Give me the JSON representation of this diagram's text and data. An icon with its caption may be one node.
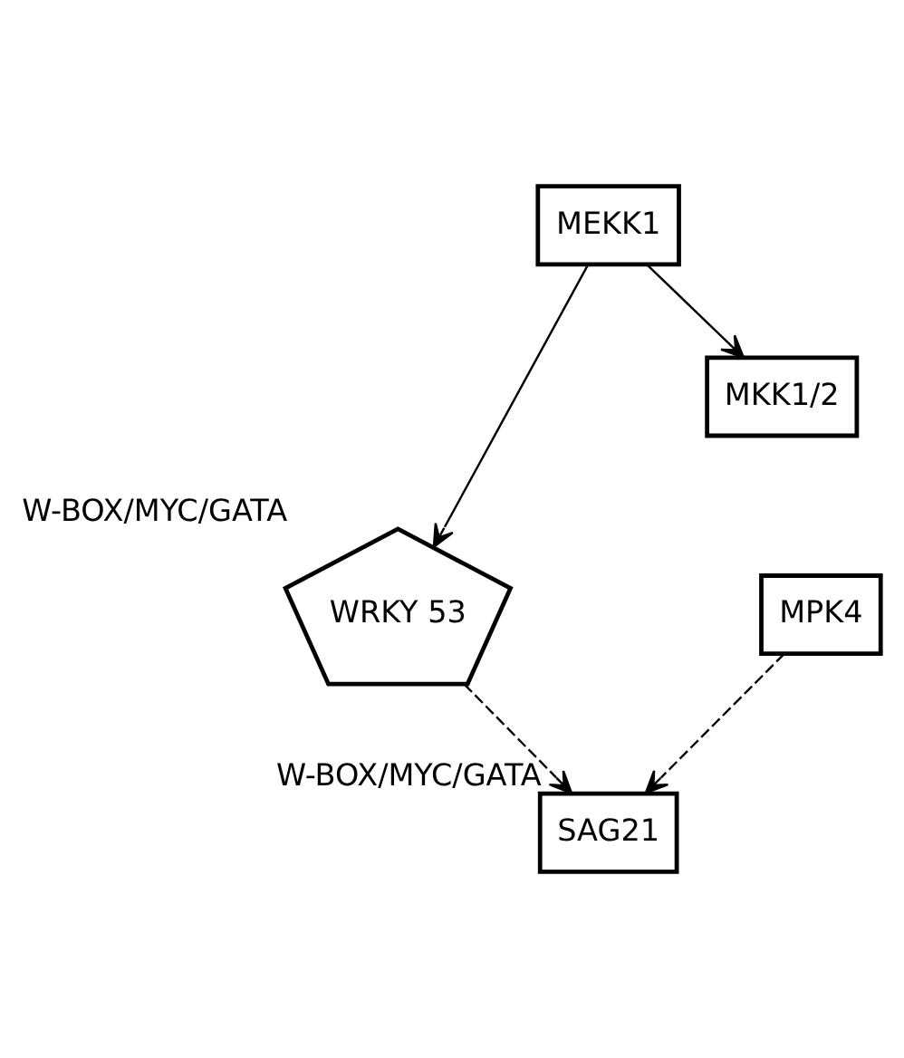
{
  "diagram": {
    "nodes": [
      {
        "text": [
          "MEKK1"
        ]
      },
      {
        "text": [
          "MKK1/2"
        ]
      },
      {
        "text": [
          "MPK4"
        ]
      },
      {
        "text": [
          "WRKY 53"
        ],
        "beside": [
          "W-BOX/MYC/GATA"
        ]
      },
      {
        "text": [
          "SAG21"
        ],
        "beside": [
          "W-BOX/MYC/GATA"
        ]
      }
    ],
    "edges": [
      {
        "from": 0,
        "to": 1,
        "arrow": "to"
      },
      {
        "from": 0,
        "to": 3,
        "arrow": "to"
      },
      {
        "from": 2,
        "to": 4,
        "arrow": "to",
        "style": "dashed"
      },
      {
        "from": 3,
        "to": 4,
        "arrow": "to",
        "style": "dashed"
      }
    ]
  }
}
